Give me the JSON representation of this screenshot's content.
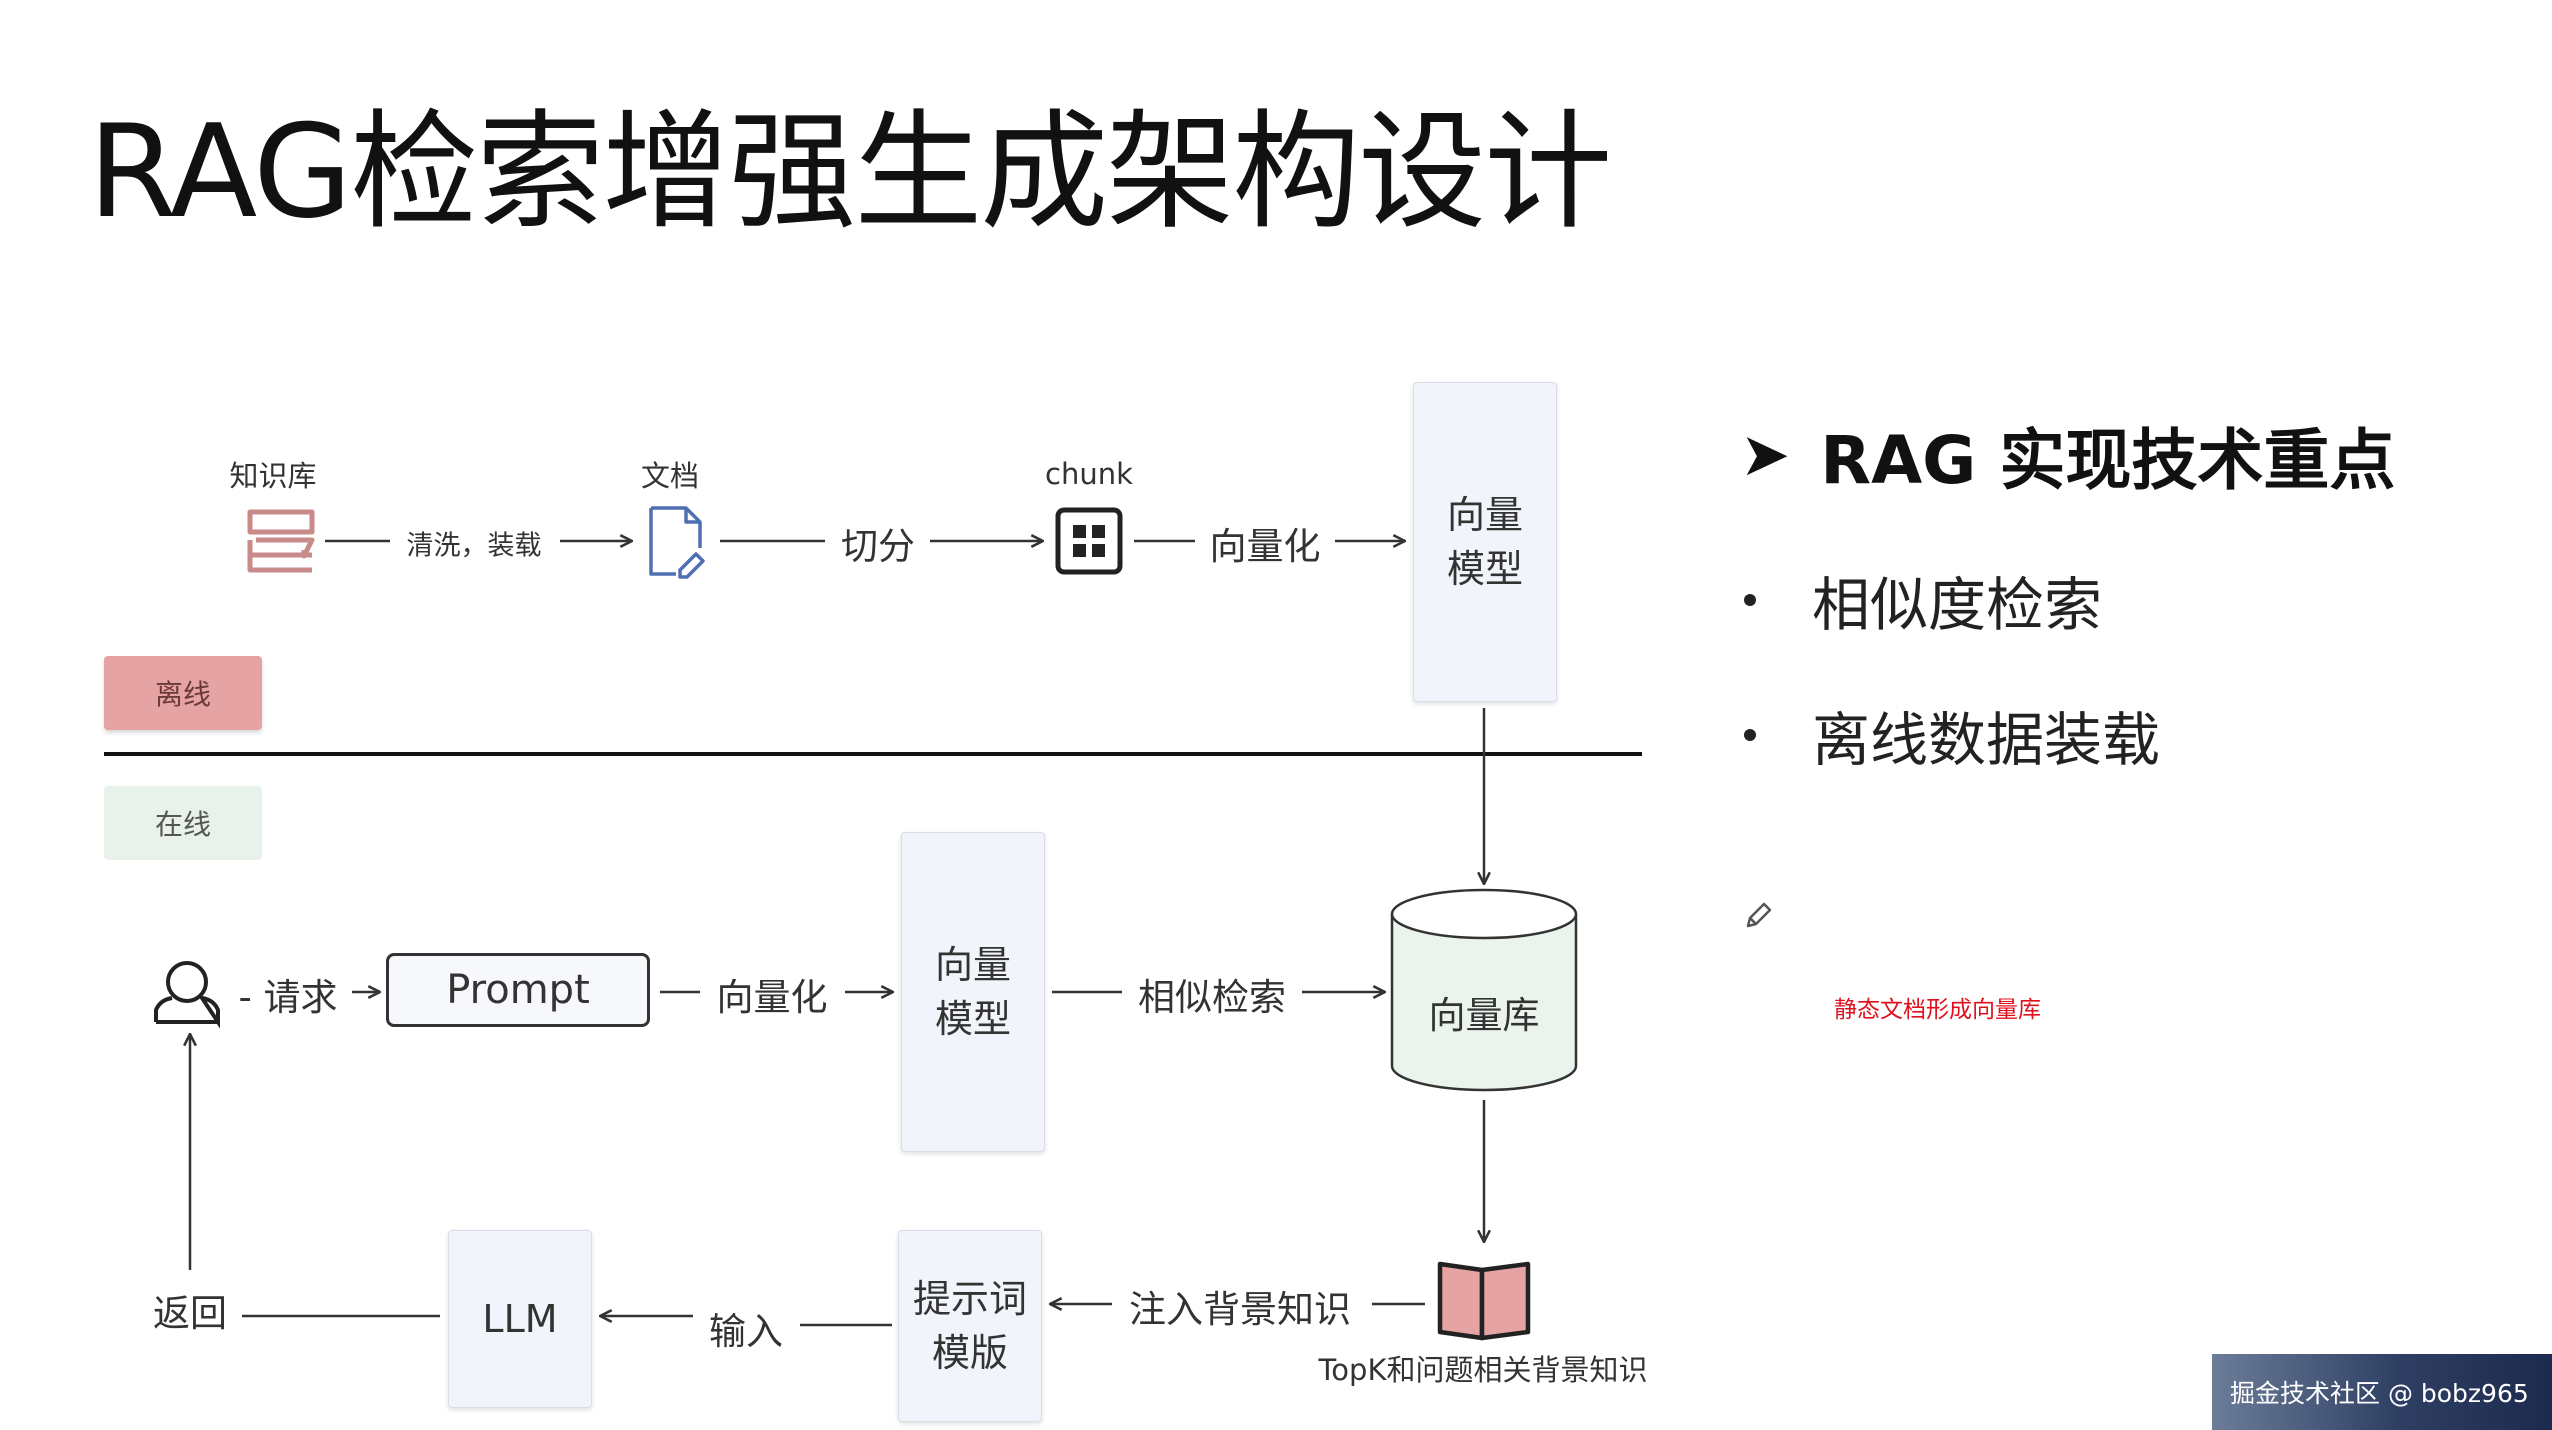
{
  "title": "RAG检索增强生成架构设计",
  "offline": {
    "tag": "离线",
    "knowledge_base_label": "知识库",
    "step_clean": "清洗，装载",
    "doc_label": "文档",
    "step_split": "切分",
    "chunk_label": "chunk",
    "step_vectorize": "向量化",
    "model_label_line1": "向量",
    "model_label_line2": "模型"
  },
  "online": {
    "tag": "在线",
    "step_request": "- 请求",
    "prompt_label": "Prompt",
    "step_vectorize": "向量化",
    "model_label_line1": "向量",
    "model_label_line2": "模型",
    "step_similarity": "相似检索",
    "vector_db_label": "向量库",
    "topk_label": "TopK和问题相关背景知识",
    "step_inject": "注入背景知识",
    "template_line1": "提示词",
    "template_line2": "模版",
    "step_input": "输入",
    "llm_label": "LLM",
    "return_label": "返回"
  },
  "right_panel": {
    "heading": "RAG 实现技术重点",
    "bullets": [
      "相似度检索",
      "离线数据装载"
    ],
    "note": "静态文档形成向量库"
  },
  "watermark": "掘金技术社区 @ bobz965",
  "colors": {
    "offline_tag": "#e6a3a3",
    "online_tag": "#e8f2ea",
    "model_box": "#f1f4fa",
    "vector_db": "#eaf4ec",
    "book_icon": "#e6a3a3",
    "note_text": "#e0101e"
  },
  "icons": [
    "books-icon",
    "document-edit-icon",
    "grid-icon",
    "user-icon",
    "database-icon",
    "open-book-icon",
    "pencil-icon",
    "arrow-right-icon"
  ]
}
